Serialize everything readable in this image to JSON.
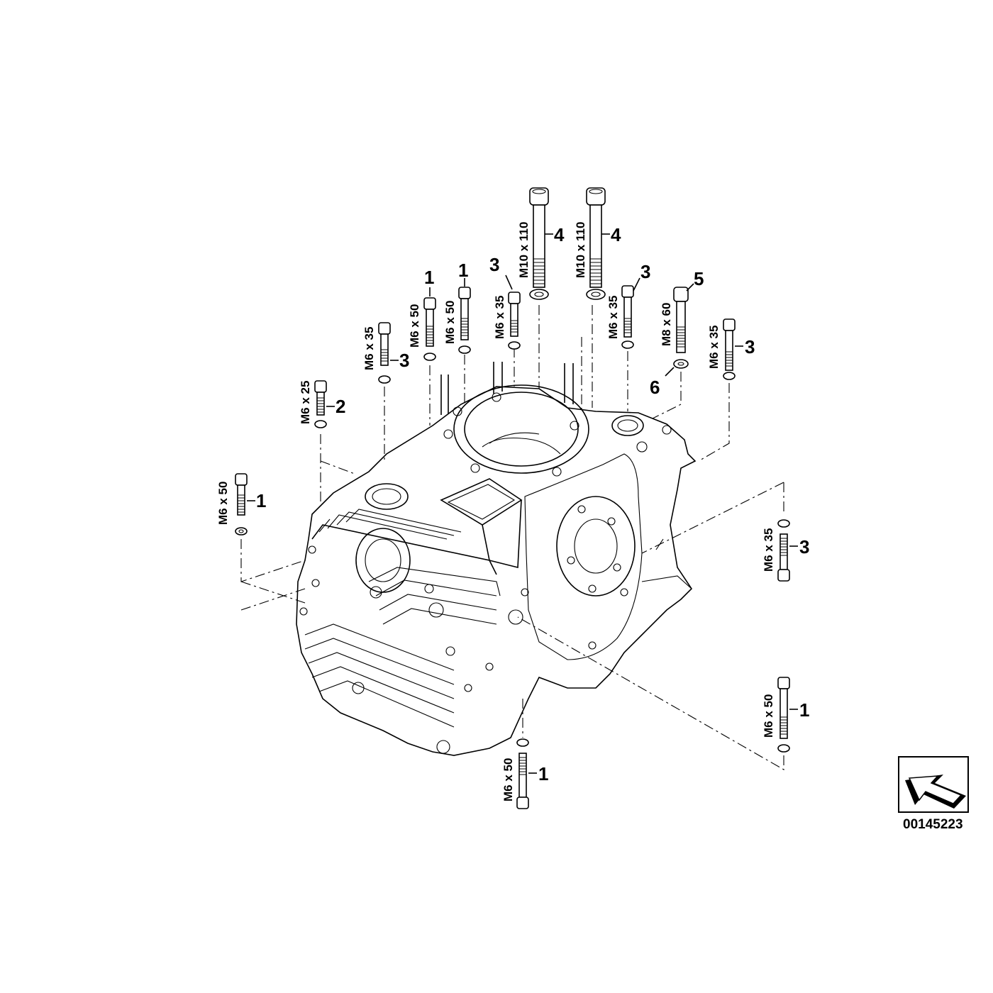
{
  "diagram": {
    "reference_number": "00145223",
    "housing_icon": "engine-housing-drawing",
    "orientation_icon": "direction-arrow-icon",
    "bolts": [
      {
        "id": "b1",
        "callout": "1",
        "spec": "M6 x 50"
      },
      {
        "id": "b2",
        "callout": "2",
        "spec": "M6 x 25"
      },
      {
        "id": "b3",
        "callout": "3",
        "spec": "M6 x 35"
      },
      {
        "id": "b4",
        "callout": "1",
        "spec": "M6 x 50"
      },
      {
        "id": "b5",
        "callout": "1",
        "spec": "M6 x 50"
      },
      {
        "id": "b6",
        "callout": "3",
        "spec": "M6 x 35"
      },
      {
        "id": "b7",
        "callout": "4",
        "spec": "M10 x 110"
      },
      {
        "id": "b8",
        "callout": "4",
        "spec": "M10 x 110"
      },
      {
        "id": "b9",
        "callout": "3",
        "spec": "M6 x 35"
      },
      {
        "id": "b10",
        "callout": "5",
        "spec": "M8 x 60"
      },
      {
        "id": "b11",
        "callout": "3",
        "spec": "M6 x 35"
      },
      {
        "id": "b12",
        "callout": "3",
        "spec": "M6 x 35"
      },
      {
        "id": "b13",
        "callout": "1",
        "spec": "M6 x 50"
      },
      {
        "id": "b14",
        "callout": "1",
        "spec": "M6 x 50"
      }
    ],
    "washer_callout": "6"
  }
}
